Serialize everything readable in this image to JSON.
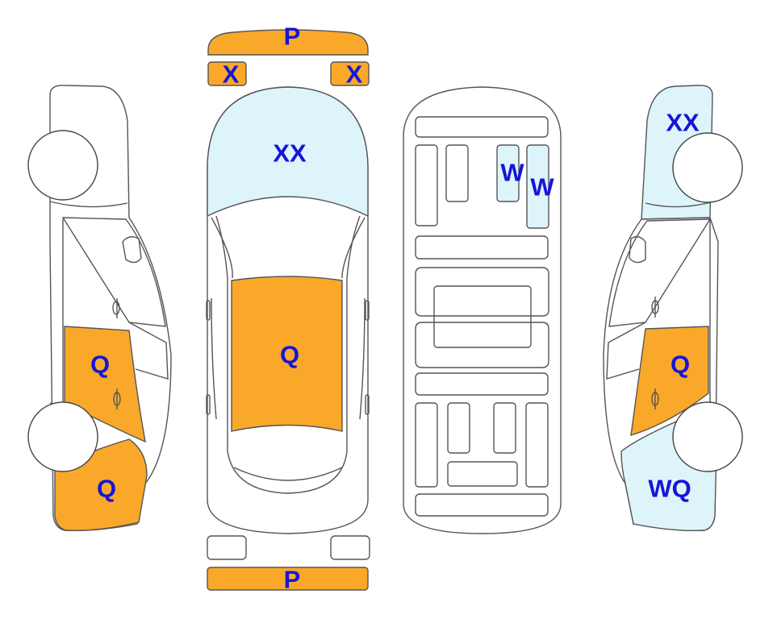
{
  "colors": {
    "outline": "#555555",
    "orange_fill": "#F9A82A",
    "blue_fill": "#DDF4FA",
    "label_text": "#1515D8"
  },
  "marks": {
    "front_bumper": "P",
    "left_headlight": "X",
    "right_headlight": "X",
    "hood": "XX",
    "roof": "Q",
    "rear_bumper": "P",
    "left_front_door": "Q",
    "left_rear_quarter": "Q",
    "floor_w1": "W",
    "floor_w2": "W",
    "right_front_fender": "XX",
    "right_front_door": "Q",
    "right_rear_quarter": "WQ"
  }
}
